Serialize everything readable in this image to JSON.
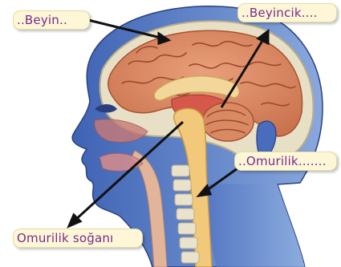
{
  "labels": {
    "beyin": "..Beyin..",
    "beyincik": "..Beyincik....",
    "omurilik": "..Omurilik.......",
    "omurilik_sogani": "Omurilik soğanı"
  },
  "colors": {
    "head_skin": "#5f7fc4",
    "brain": "#d98a63",
    "arrows": "#111111",
    "label_text": "#7a2a88",
    "label_background": "#fdf7d8"
  }
}
